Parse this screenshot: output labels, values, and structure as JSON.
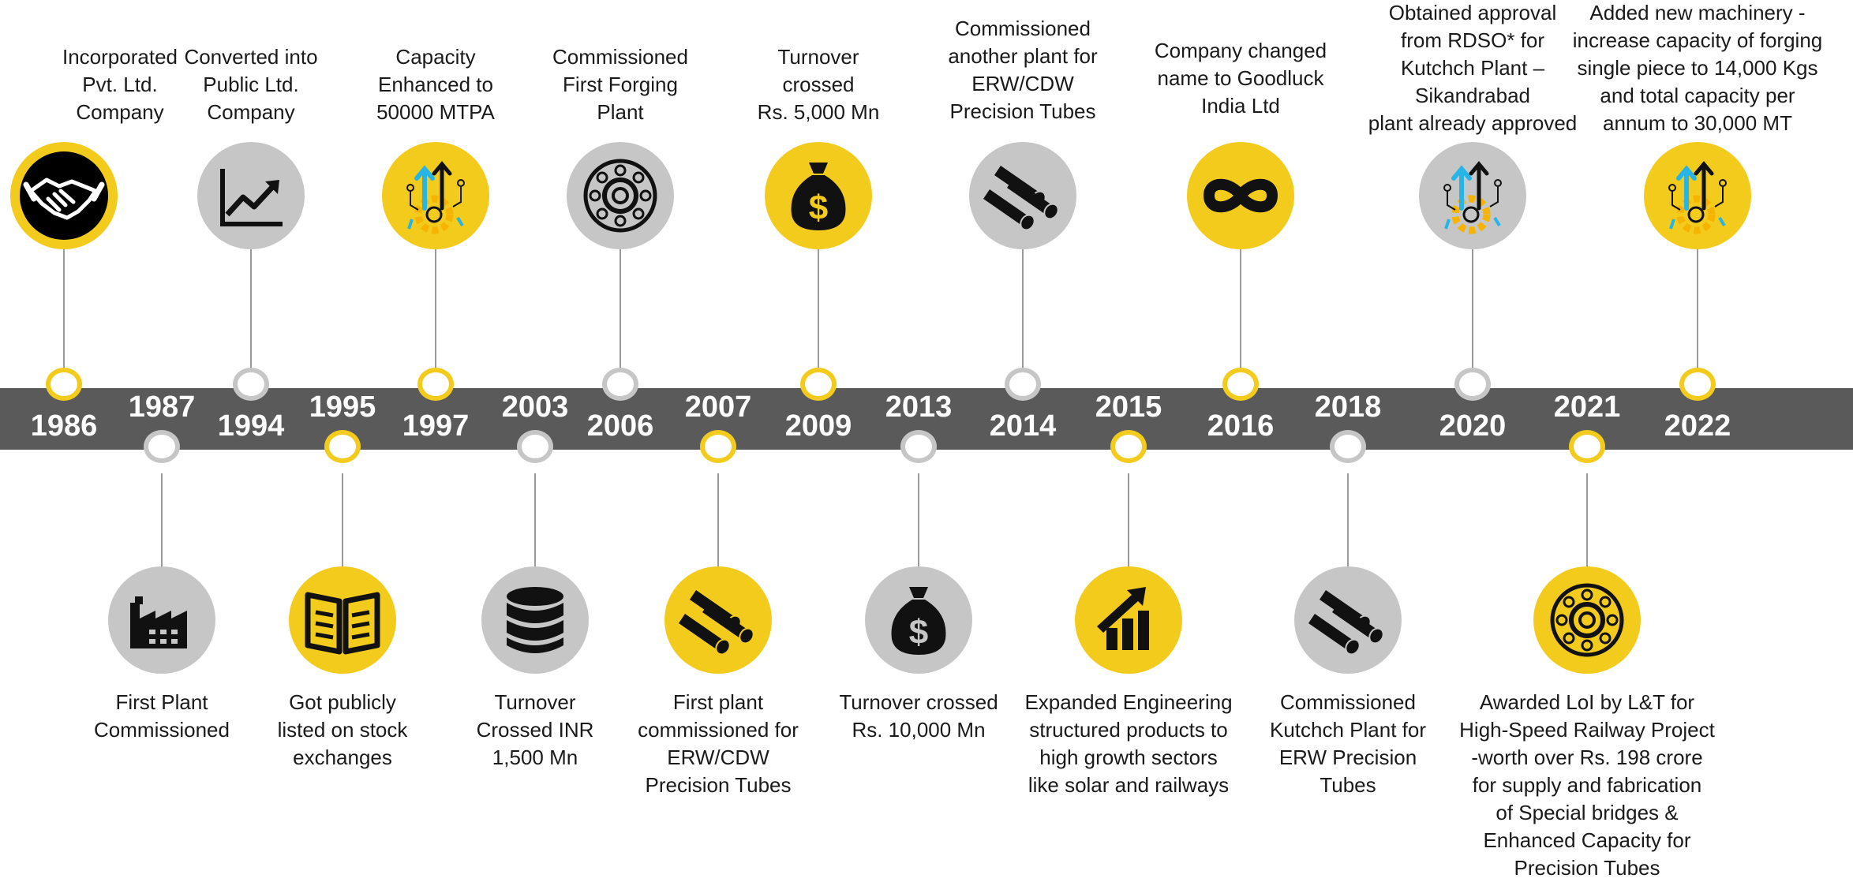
{
  "colors": {
    "yellow": "#f2cb1d",
    "grey": "#c6c6c6",
    "band": "#5a5a5a",
    "ink": "#1a1a1a"
  },
  "events": [
    {
      "year": "1986",
      "side": "top",
      "color": "yellow",
      "icon": "handshake-icon",
      "lines": [
        "Incorporated",
        "Pvt. Ltd.",
        "Company"
      ]
    },
    {
      "year": "1987",
      "side": "bottom",
      "color": "grey",
      "icon": "factory-icon",
      "lines": [
        "First Plant",
        "Commissioned"
      ]
    },
    {
      "year": "1994",
      "side": "top",
      "color": "grey",
      "icon": "growth-chart-icon",
      "lines": [
        "Converted into",
        "Public Ltd.",
        "Company"
      ]
    },
    {
      "year": "1995",
      "side": "bottom",
      "color": "yellow",
      "icon": "open-book-icon",
      "lines": [
        "Got publicly",
        "listed on stock",
        "exchanges"
      ]
    },
    {
      "year": "1997",
      "side": "top",
      "color": "yellow",
      "icon": "gear-arrows-icon",
      "lines": [
        "Capacity",
        "Enhanced to",
        "50000 MTPA"
      ]
    },
    {
      "year": "2003",
      "side": "bottom",
      "color": "grey",
      "icon": "database-icon",
      "lines": [
        "Turnover",
        "Crossed INR",
        "1,500 Mn"
      ]
    },
    {
      "year": "2006",
      "side": "top",
      "color": "grey",
      "icon": "bearing-icon",
      "lines": [
        "Commissioned",
        "First Forging",
        "Plant"
      ]
    },
    {
      "year": "2007",
      "side": "bottom",
      "color": "yellow",
      "icon": "tubes-icon",
      "lines": [
        "First plant",
        "commissioned for",
        "ERW/CDW",
        "Precision Tubes"
      ]
    },
    {
      "year": "2009",
      "side": "top",
      "color": "yellow",
      "icon": "money-bag-icon",
      "lines": [
        "Turnover",
        "crossed",
        "Rs. 5,000 Mn"
      ]
    },
    {
      "year": "2013",
      "side": "bottom",
      "color": "grey",
      "icon": "money-bag-icon",
      "lines": [
        "Turnover crossed",
        "Rs. 10,000 Mn"
      ]
    },
    {
      "year": "2014",
      "side": "top",
      "color": "grey",
      "icon": "tubes-icon",
      "lines": [
        "Commissioned",
        "another plant for",
        "ERW/CDW",
        "Precision Tubes"
      ]
    },
    {
      "year": "2015",
      "side": "bottom",
      "color": "yellow",
      "icon": "bar-growth-icon",
      "lines": [
        "Expanded Engineering",
        "structured products to",
        "high growth sectors",
        "like solar and railways"
      ]
    },
    {
      "year": "2016",
      "side": "top",
      "color": "yellow",
      "icon": "infinity-icon",
      "lines": [
        "Company changed",
        "name to Goodluck",
        "India Ltd"
      ]
    },
    {
      "year": "2018",
      "side": "bottom",
      "color": "grey",
      "icon": "tubes-icon",
      "lines": [
        "Commissioned",
        "Kutchch Plant for",
        "ERW Precision",
        "Tubes"
      ]
    },
    {
      "year": "2020",
      "side": "top",
      "color": "grey",
      "icon": "gear-arrows-icon",
      "lines": [
        "Obtained approval",
        "from RDSO* for",
        "Kutchch Plant –",
        "Sikandrabad",
        "plant already approved"
      ]
    },
    {
      "year": "2021",
      "side": "bottom",
      "color": "yellow",
      "icon": "bearing-icon",
      "lines": [
        "Awarded LoI by L&T for",
        "High-Speed Railway Project",
        "-worth over Rs. 198 crore",
        "for supply and fabrication",
        "of Special bridges &",
        "Enhanced Capacity for",
        "Precision Tubes"
      ]
    },
    {
      "year": "2022",
      "side": "top",
      "color": "yellow",
      "icon": "gear-arrows-icon",
      "lines": [
        "Added new machinery -",
        "increase capacity of forging",
        "single piece to 14,000 Kgs",
        "and total capacity per",
        "annum to 30,000 MT"
      ]
    }
  ]
}
